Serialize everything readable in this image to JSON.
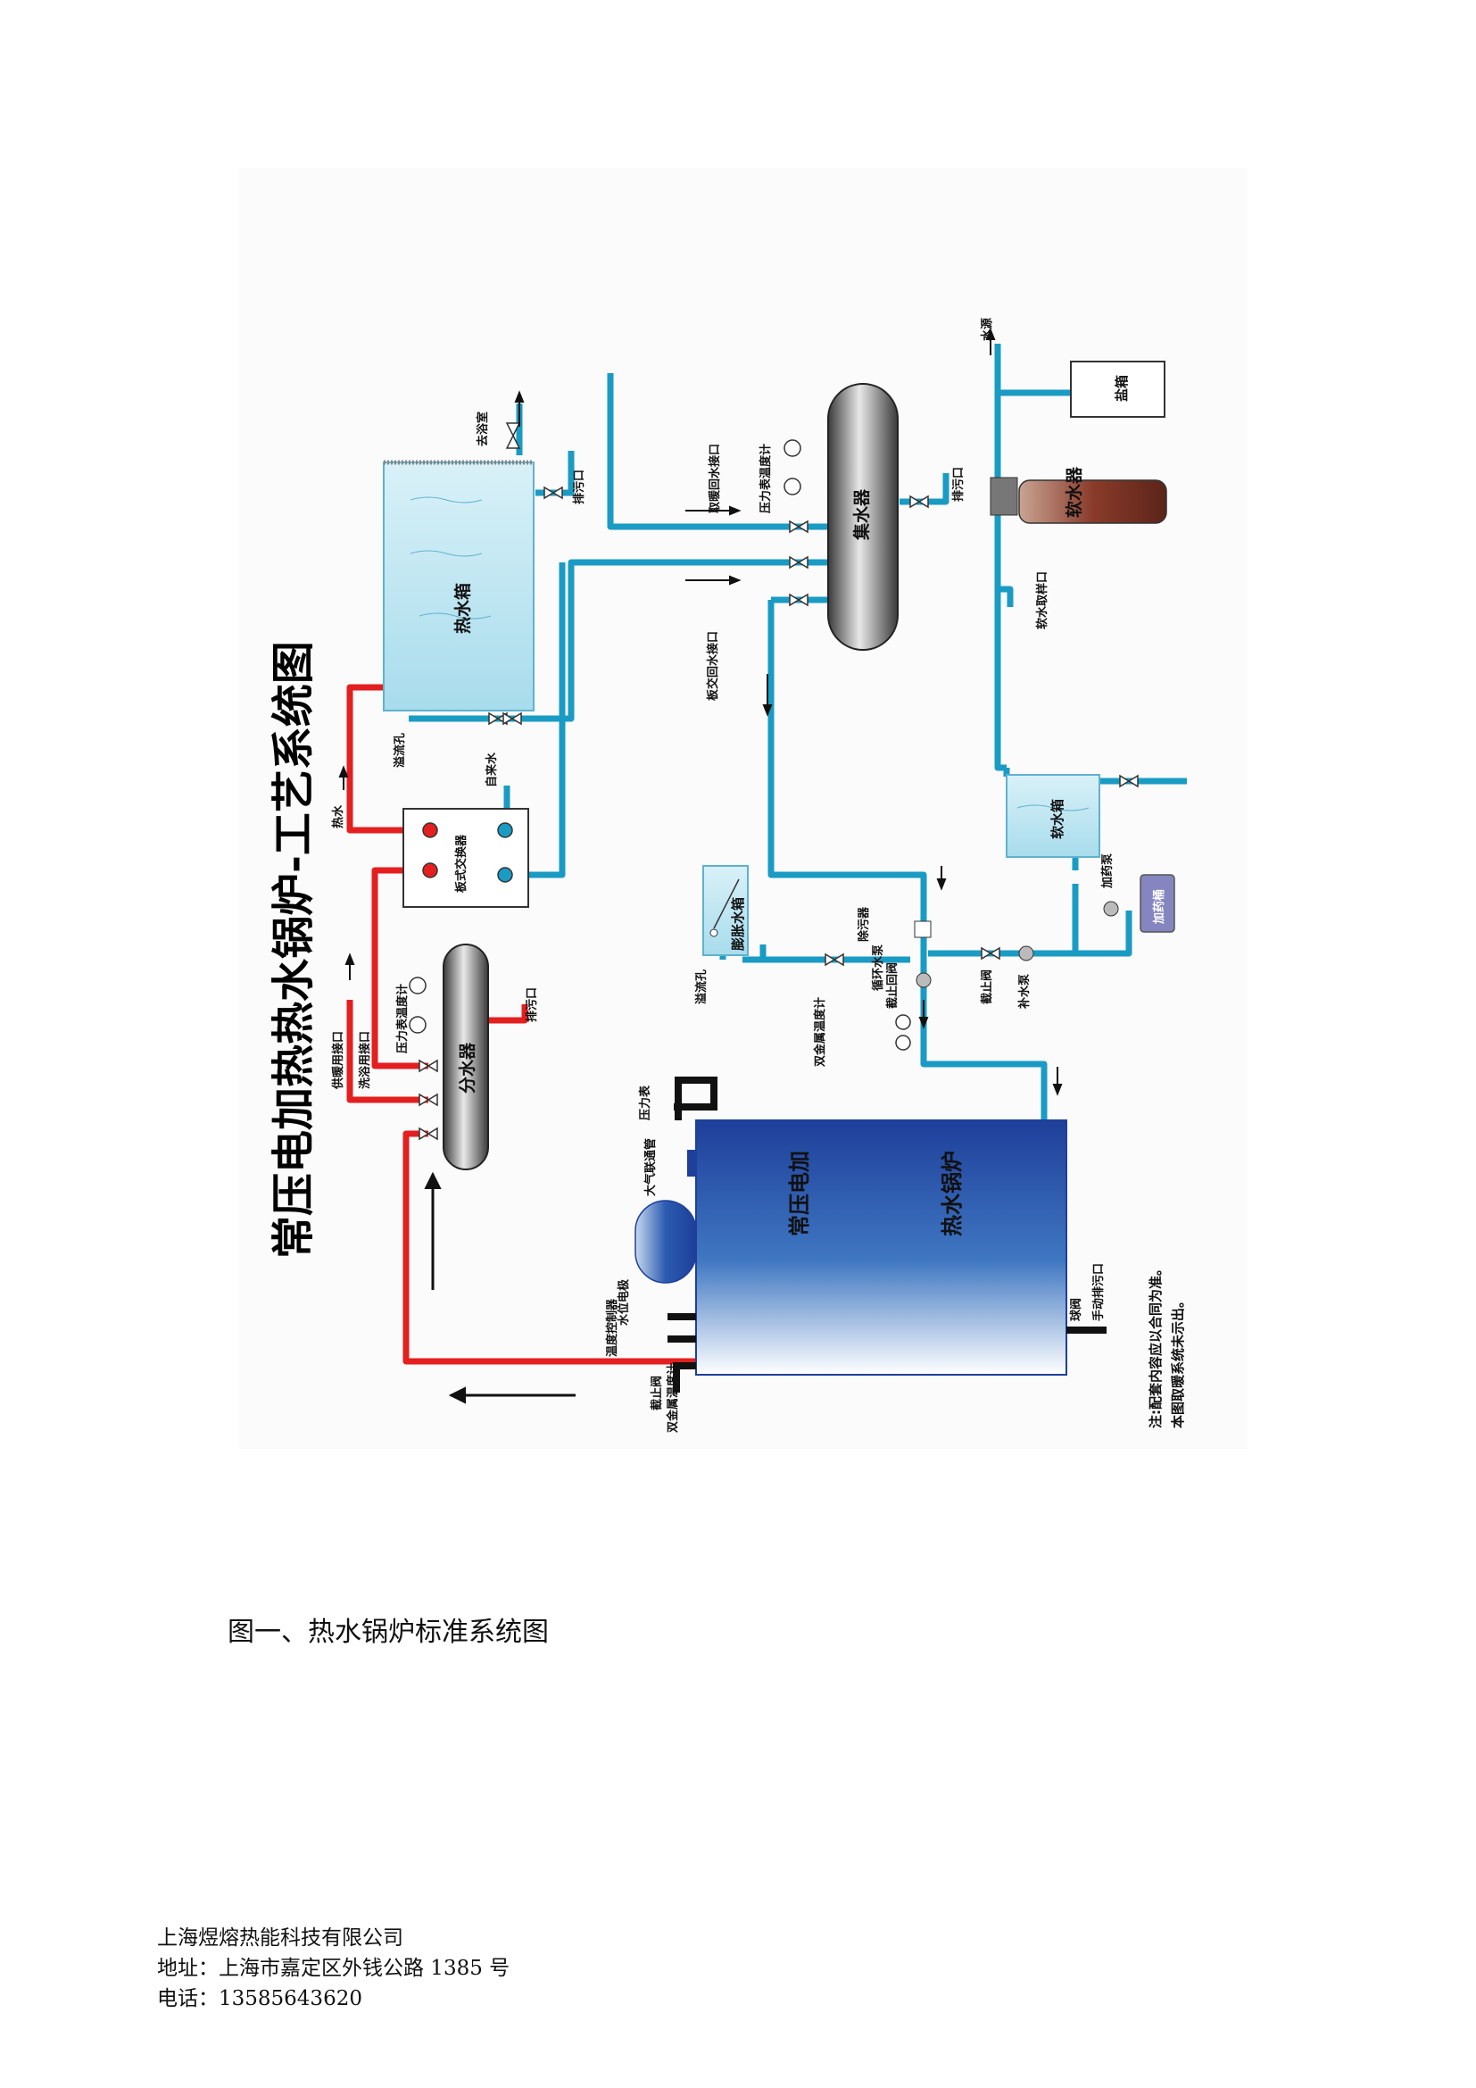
{
  "title": "常压电加热热水锅炉-工艺系统图",
  "components": {
    "water_collector": "集水器",
    "water_divider": "分水器",
    "hot_water_tank": "热水箱",
    "plate_heat_exchanger": "板式交换器",
    "expansion_tank": "膨胀水箱",
    "softener": "软水器",
    "soft_water_tank": "软水箱",
    "salt_box": "盐箱",
    "dosing_tank": "加药桶",
    "boiler_line1": "常压电加",
    "boiler_line2": "热水锅炉"
  },
  "labels": {
    "bath_inlet": "去浴室",
    "drain": "排污口",
    "heating_return_inlet": "取暖回水接口",
    "pressure_temp_gauge": "压力表温度计",
    "plate_return_inlet": "板交回水接口",
    "water_source": "水源",
    "soft_water_sampling": "软水取样口",
    "overflow": "溢流孔",
    "hot_water": "热水",
    "tap_water": "自来水",
    "heating_outlet": "供暖用接口",
    "bath_outlet": "洗浴用接口",
    "dosing_pump": "加药泵",
    "makeup_pump": "补水泵",
    "check_valve": "截止阀",
    "desilter": "除污器",
    "circulation_pump": "循环水泵",
    "check_return_valve": "截止回阀",
    "bimetal_thermometer": "双金属温度计",
    "pressure_gauge": "压力表",
    "atmospheric_pipe": "大气联通管",
    "water_level_electrode": "水位电极",
    "temp_controller": "温度控制器",
    "ball_valve": "球阀",
    "manual_drain": "手动排污口",
    "note_line1": "注:配套内容应以合同为准。",
    "note_line2": "本图取暖系统未示出。"
  },
  "caption": "图一、热水锅炉标准系统图",
  "footer": {
    "company": "上海煜熔热能科技有限公司",
    "address": "地址：上海市嘉定区外钱公路 1385 号",
    "phone": "电话：13585643620"
  },
  "colors": {
    "hot_pipe": "#e41f1f",
    "cold_pipe": "#1a9bc4",
    "boiler_top": "#1e3f9a",
    "boiler_bottom": "#ffffff",
    "softener": "#8a3b2a",
    "dosing_tank": "#8585c0"
  }
}
